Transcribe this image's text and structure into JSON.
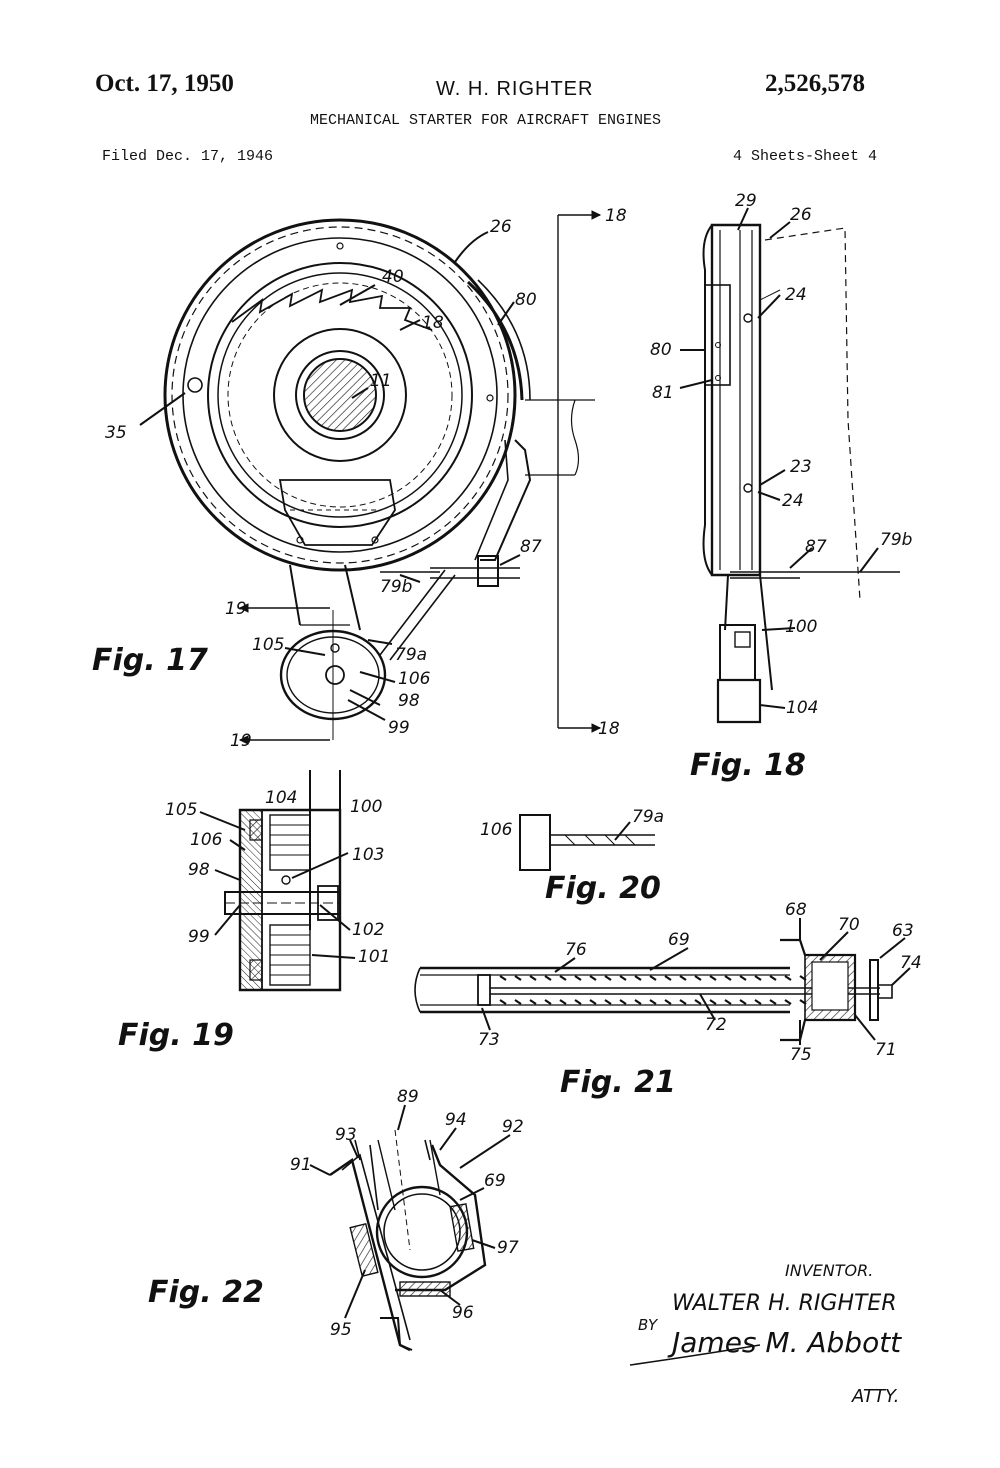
{
  "header": {
    "date": "Oct. 17, 1950",
    "inventor_short": "W. H. RIGHTER",
    "patent_number": "2,526,578",
    "title": "MECHANICAL STARTER FOR AIRCRAFT ENGINES",
    "filed": "Filed Dec. 17, 1946",
    "sheets": "4 Sheets-Sheet 4"
  },
  "figures": {
    "fig17": "Fig. 17",
    "fig18": "Fig. 18",
    "fig19": "Fig. 19",
    "fig20": "Fig. 20",
    "fig21": "Fig. 21",
    "fig22": "Fig. 22"
  },
  "refs": {
    "fig17": [
      "26",
      "40",
      "18",
      "80",
      "11",
      "35",
      "87",
      "79b",
      "19",
      "105",
      "79a",
      "106",
      "98",
      "99",
      "19",
      "18",
      "18"
    ],
    "fig18": [
      "29",
      "26",
      "24",
      "80",
      "81",
      "23",
      "24",
      "87",
      "79b",
      "100",
      "104"
    ],
    "fig19": [
      "105",
      "104",
      "100",
      "106",
      "103",
      "98",
      "99",
      "102",
      "101"
    ],
    "fig20": [
      "106",
      "79a"
    ],
    "fig21": [
      "68",
      "70",
      "63",
      "76",
      "69",
      "74",
      "73",
      "72",
      "75",
      "71"
    ],
    "fig22": [
      "89",
      "93",
      "94",
      "92",
      "91",
      "69",
      "97",
      "95",
      "96"
    ]
  },
  "signature": {
    "inventor_label": "INVENTOR.",
    "inventor_name": "WALTER H. RIGHTER",
    "by": "BY",
    "attorney_signature": "James M. Abbott",
    "atty": "ATTY."
  }
}
